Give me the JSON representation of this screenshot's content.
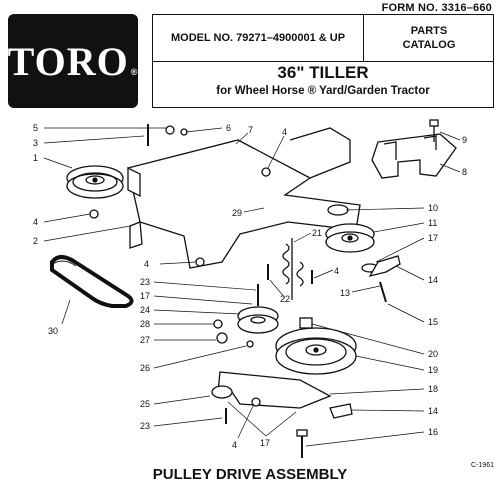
{
  "header": {
    "form_number": "FORM NO. 3316–660",
    "logo_text": "TORO",
    "logo_mark": "®",
    "model": "MODEL NO. 79271–4900001 & UP",
    "catalog_line1": "PARTS",
    "catalog_line2": "CATALOG",
    "title": "36\" TILLER",
    "subtitle": "for Wheel Horse ® Yard/Garden Tractor"
  },
  "diagram": {
    "callouts": [
      "5",
      "3",
      "1",
      "4",
      "2",
      "6",
      "7",
      "4",
      "29",
      "9",
      "8",
      "10",
      "11",
      "17",
      "21",
      "4",
      "23",
      "17",
      "24",
      "28",
      "27",
      "26",
      "25",
      "23",
      "22",
      "4",
      "13",
      "14",
      "15",
      "20",
      "19",
      "18",
      "14",
      "16",
      "4",
      "17",
      "30"
    ]
  },
  "footer": {
    "title": "PULLEY DRIVE ASSEMBLY",
    "drawing_code": "C-1961"
  }
}
